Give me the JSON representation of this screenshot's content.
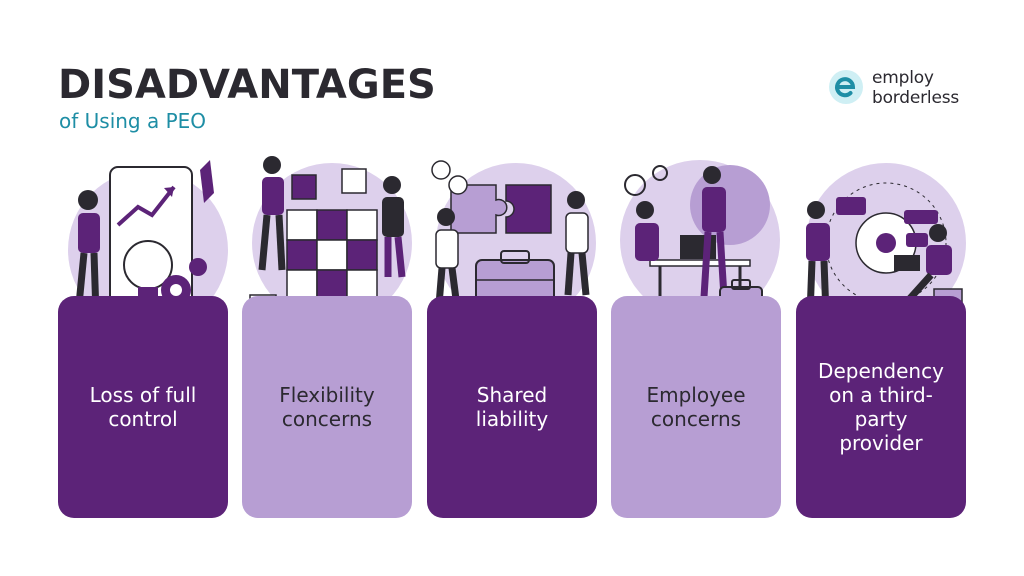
{
  "header": {
    "title": "DISADVANTAGES",
    "subtitle": "of Using a PEO"
  },
  "logo": {
    "name": "employ borderless",
    "line1": "employ",
    "line2": "borderless",
    "icon": "e-letter-badge"
  },
  "colors": {
    "dark_purple": "#5c2378",
    "light_purple": "#b79ed3",
    "pale_purple": "#ddd0ec",
    "accent_teal": "#1e8ea5",
    "text_dark": "#2b2930"
  },
  "cards": [
    {
      "label": "Loss of full\ncontrol",
      "style": "dark",
      "illustration": "lightbulb-tablet-illustration"
    },
    {
      "label": "Flexibility\nconcerns",
      "style": "light",
      "illustration": "cube-puzzle-illustration"
    },
    {
      "label": "Shared\nliability",
      "style": "dark",
      "illustration": "puzzle-briefcase-illustration"
    },
    {
      "label": "Employee\nconcerns",
      "style": "light",
      "illustration": "office-desk-illustration"
    },
    {
      "label": "Dependency\non a third-\nparty\nprovider",
      "style": "dark",
      "illustration": "remote-network-illustration"
    }
  ]
}
